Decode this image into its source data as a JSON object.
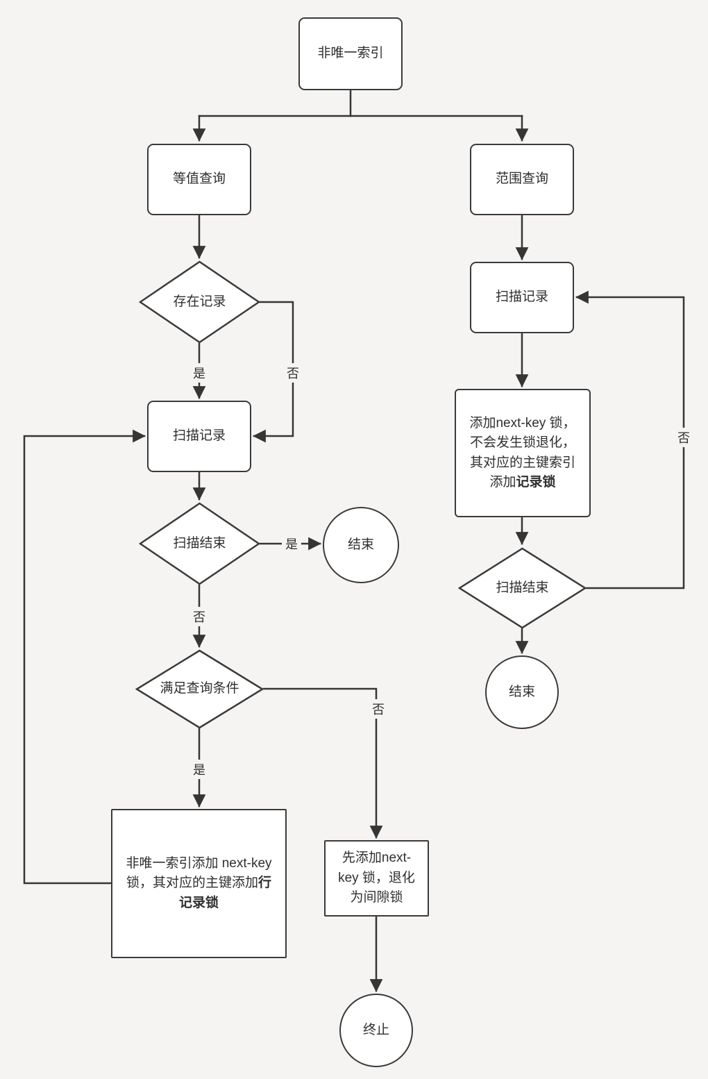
{
  "diagram": {
    "nodes": {
      "start": {
        "label": "非唯一索引"
      },
      "equality_query": {
        "label": "等值查询"
      },
      "range_query": {
        "label": "范围查询"
      },
      "record_exists": {
        "label": "存在记录"
      },
      "scan_record_left": {
        "label": "扫描记录"
      },
      "scan_finished_left": {
        "label": "扫描结束"
      },
      "end_left": {
        "label": "结束"
      },
      "match_condition": {
        "label": "满足查询条件"
      },
      "next_key_lock_left": {
        "text": "非唯一索引添加 next-key 锁，其对应的主键添加",
        "bold": "行记录锁"
      },
      "gap_lock": {
        "text": "先添加next-key 锁，退化为间隙锁"
      },
      "terminate": {
        "label": "终止"
      },
      "scan_record_right": {
        "label": "扫描记录"
      },
      "next_key_lock_right": {
        "text": "添加next-key 锁，不会发生锁退化，其对应的主键索引添加",
        "bold": "记录锁"
      },
      "scan_finished_right": {
        "label": "扫描结束"
      },
      "end_right": {
        "label": "结束"
      }
    },
    "edge_labels": {
      "record_exists_yes": "是",
      "record_exists_no": "否",
      "scan_finished_yes": "是",
      "scan_finished_no": "否",
      "match_condition_yes": "是",
      "match_condition_no": "否",
      "range_loop_no": "否"
    },
    "colors": {
      "background": "#f5f4f2",
      "node_fill": "#ffffff",
      "stroke": "#353535",
      "text": "#2f2f2f"
    }
  }
}
